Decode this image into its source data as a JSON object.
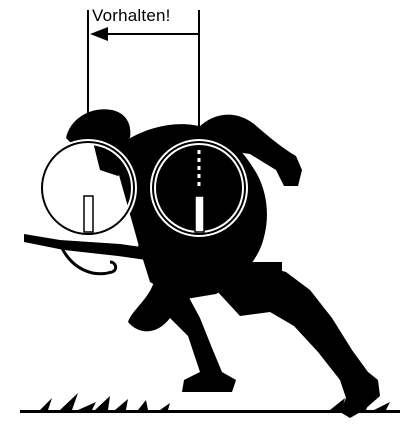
{
  "diagram": {
    "label": "Vorhalten!",
    "colors": {
      "ink": "#000000",
      "paper": "#ffffff"
    },
    "icons": {
      "soldier": "running-soldier-silhouette",
      "reticle_front": "sight-reticle",
      "reticle_rear": "sight-reticle",
      "arrow": "left-arrow"
    }
  }
}
